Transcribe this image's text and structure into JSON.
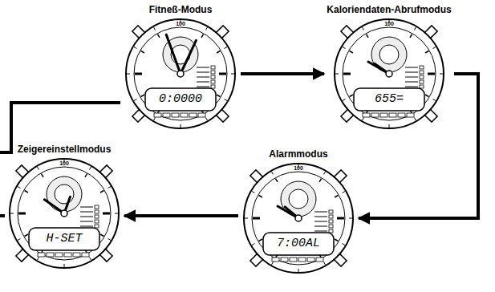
{
  "diagram": {
    "nodes": [
      {
        "text": [
          "Fitneß-Modus",
          "0:0000"
        ]
      },
      {
        "text": [
          "Kaloriendaten-Abrufmodus",
          "655="
        ]
      },
      {
        "text": [
          "Zeigereinstellmodus",
          "H-SET"
        ]
      },
      {
        "text": [
          "Alarmmodus",
          "7:00AL"
        ]
      }
    ],
    "edges": [
      {
        "from": 0,
        "to": 1,
        "arrow": "to"
      },
      {
        "from": 1,
        "to": 3,
        "arrow": "to"
      },
      {
        "from": 3,
        "to": 2,
        "arrow": "to"
      }
    ],
    "labels": [
      "100",
      "100",
      "100",
      "100"
    ]
  }
}
